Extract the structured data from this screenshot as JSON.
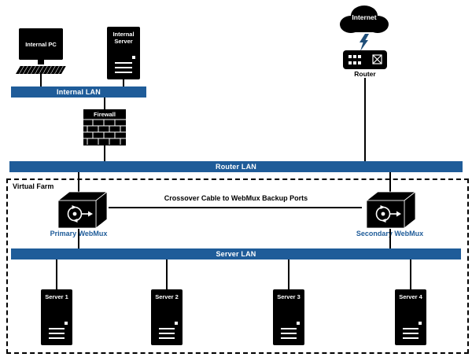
{
  "nodes": {
    "internal_pc": "Internal PC",
    "internal_server": "Internal Server",
    "internal_lan": "Internal LAN",
    "firewall": "Firewall",
    "router_lan": "Router LAN",
    "internet": "Internet",
    "router": "Router",
    "virtual_farm": "Virtual Farm",
    "primary_webmux": "Primary WebMux",
    "secondary_webmux": "Secondary WebMux",
    "crossover_label": "Crossover Cable to WebMux Backup Ports",
    "server_lan": "Server LAN"
  },
  "servers": [
    {
      "label": "Server 1"
    },
    {
      "label": "Server 2"
    },
    {
      "label": "Server 3"
    },
    {
      "label": "Server 4"
    }
  ],
  "colors": {
    "lan_bar_blue": "#1F5C99",
    "webmux_label_blue": "#1F5C99",
    "shape_black": "#000000",
    "bolt_blue": "#1F4E79"
  }
}
